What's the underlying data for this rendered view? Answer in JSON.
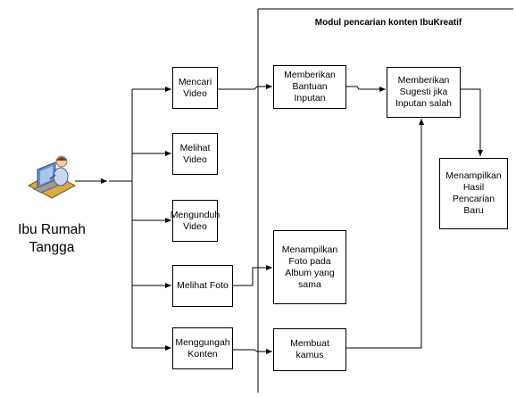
{
  "module_title": "Modul pencarian konten IbuKreatif",
  "actor": {
    "label": "Ibu Rumah\nTangga",
    "icon": "housewife-at-computer-icon"
  },
  "features": [
    {
      "id": "mencari-video",
      "label": "Mencari\nVideo"
    },
    {
      "id": "melihat-video",
      "label": "Melihat\nVideo"
    },
    {
      "id": "mengunduh-video",
      "label": "Mengunduh\nVideo"
    },
    {
      "id": "melihat-foto",
      "label": "Melihat Foto"
    },
    {
      "id": "menggungah-konten",
      "label": "Menggungah\nKonten"
    }
  ],
  "module_steps": [
    {
      "id": "bantuan-inputan",
      "label": "Memberikan\nBantuan\nInputan"
    },
    {
      "id": "sugesti",
      "label": "Memberikan\nSugesti jika\nInputan salah"
    },
    {
      "id": "hasil-pencarian",
      "label": "Menampilkan\nHasil\nPencarian\nBaru"
    },
    {
      "id": "foto-album",
      "label": "Menampilkan\nFoto pada\nAlbum yang\nsama"
    },
    {
      "id": "kamus",
      "label": "Membuat\nkamus"
    }
  ]
}
